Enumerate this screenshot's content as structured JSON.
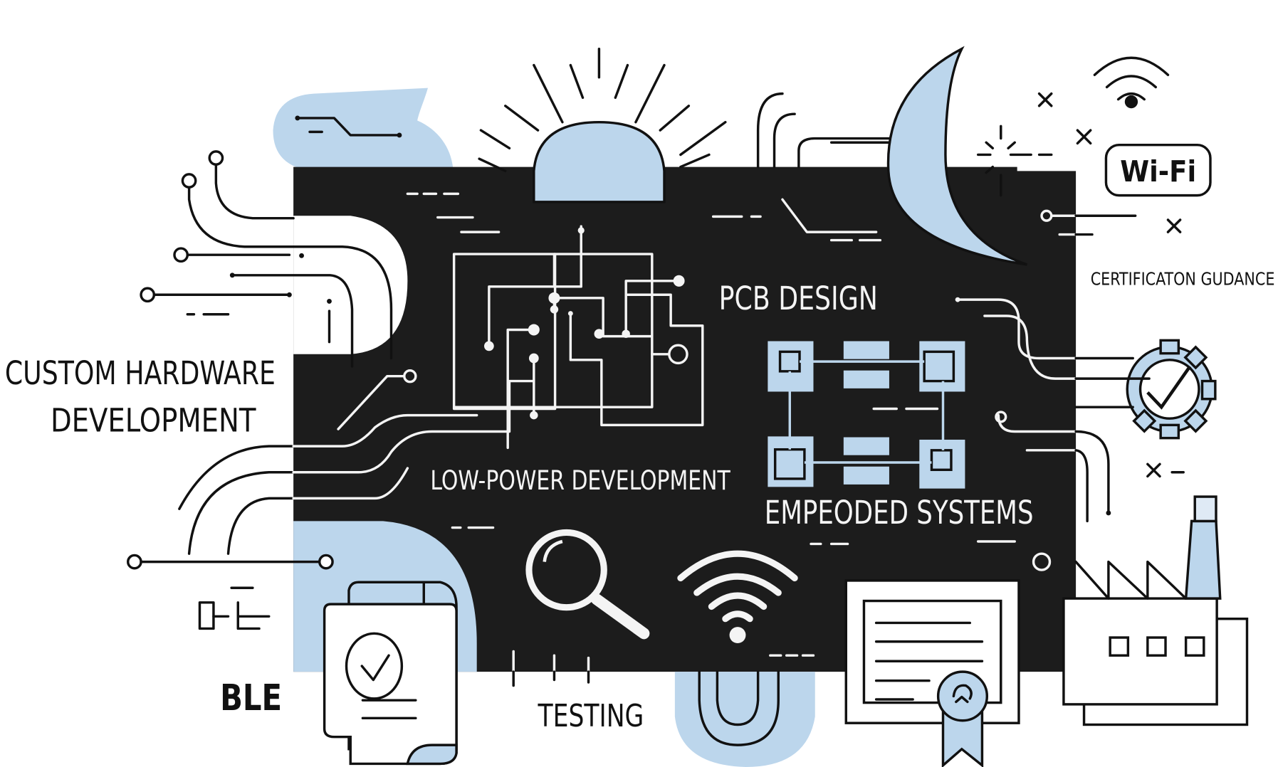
{
  "labels": {
    "custom_hardware_line1": "CUSTOM HARDWARE",
    "custom_hardware_line2": "DEVELOPMENT",
    "pcb_design": "PCB DESIGN",
    "low_power": "LOW-POWER DEVELOPMENT",
    "embedded": "EMPEODED SYSTEMS",
    "certification": "CERTIFICATON GUDANCE",
    "wifi_badge": "Wi-Fi",
    "ble": "BLE",
    "testing": "TESTING"
  },
  "icons": [
    "sun-icon",
    "moon-icon",
    "wifi-icon",
    "wifi-badge-icon",
    "gear-check-icon",
    "factory-icon",
    "certificate-icon",
    "ribbon-seal-icon",
    "magnifier-icon",
    "document-check-icon",
    "circuit-board-icon",
    "chip-layout-icon",
    "sparkle-icon"
  ],
  "colors": {
    "panel": "#1c1c1c",
    "accent_blue": "#bcd6ec",
    "ink": "#111111",
    "background": "#ffffff"
  }
}
